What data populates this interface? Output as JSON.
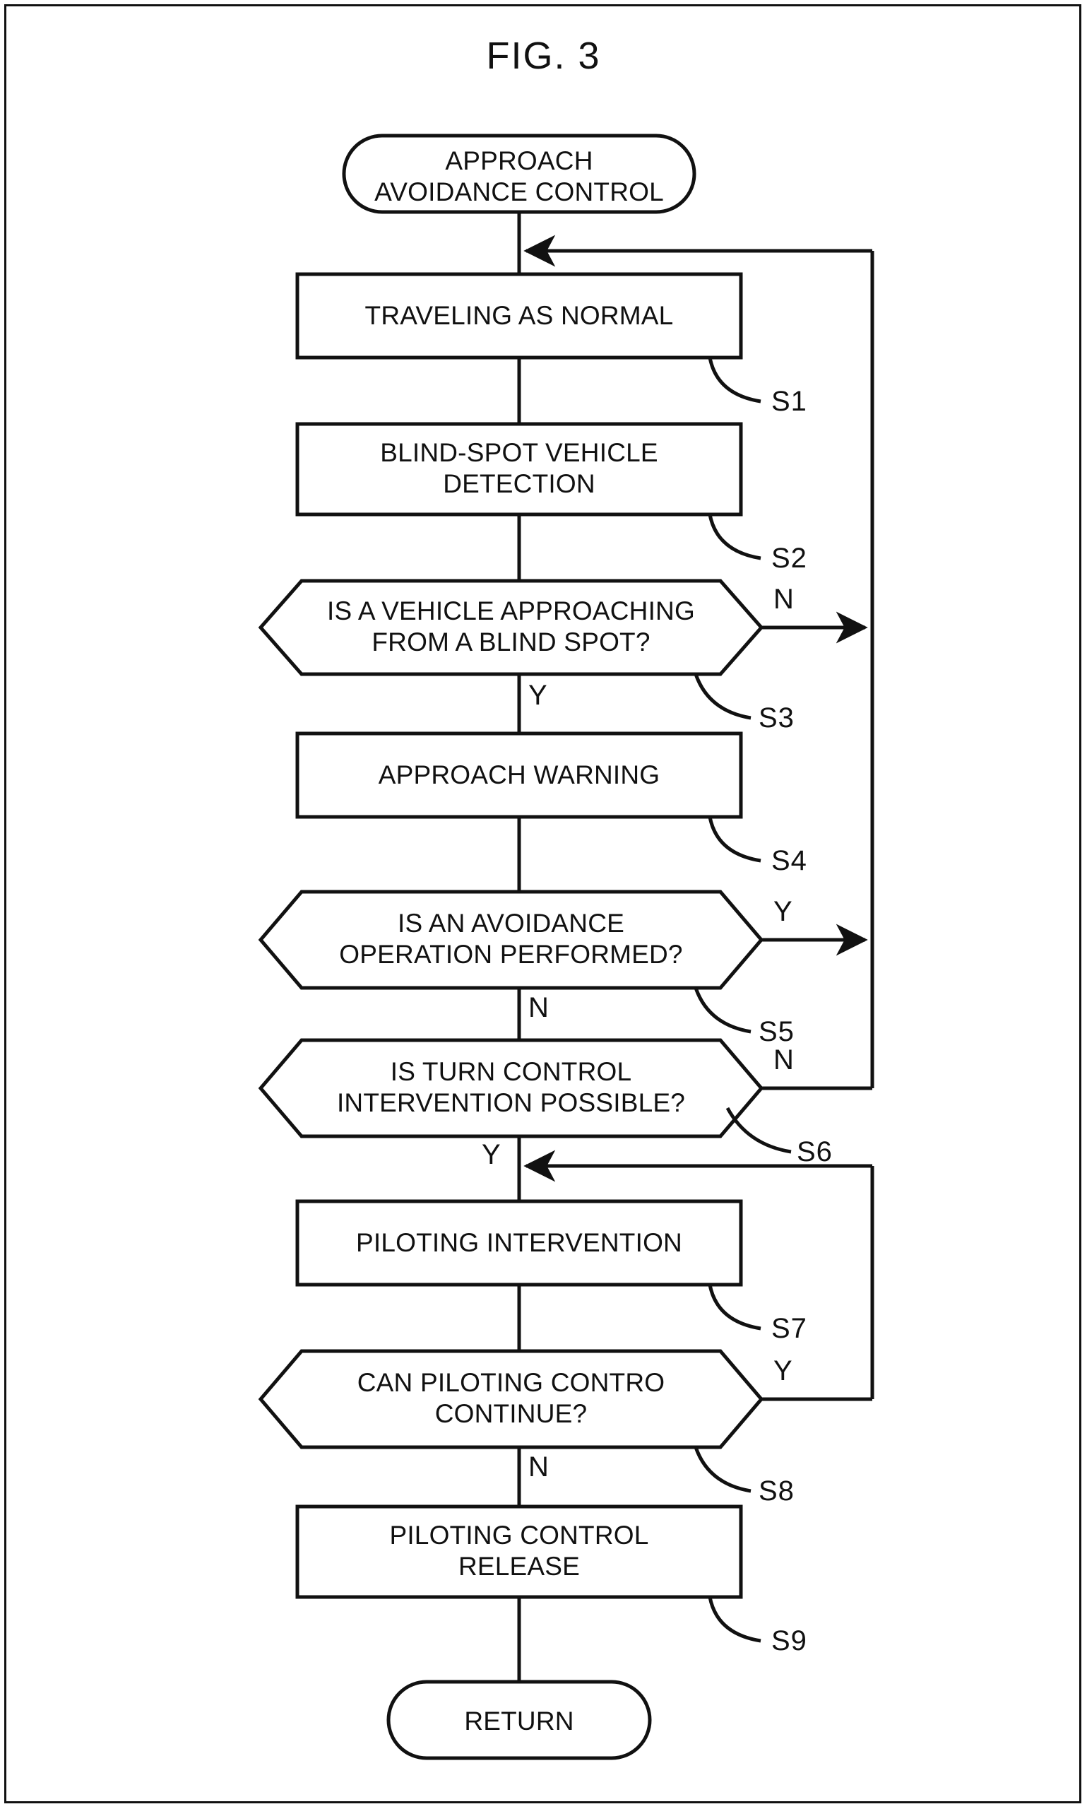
{
  "figure": {
    "title": "FIG. 3",
    "ink_color": "#111111",
    "background_color": "#ffffff"
  },
  "chart_data": {
    "type": "diagram",
    "diagram_kind": "flowchart",
    "title": "FIG. 3",
    "nodes": [
      {
        "id": "start",
        "shape": "terminal",
        "text": "APPROACH\nAVOIDANCE CONTROL"
      },
      {
        "id": "s1",
        "shape": "process",
        "text": "TRAVELING AS NORMAL",
        "step": "S1"
      },
      {
        "id": "s2",
        "shape": "process",
        "text": "BLIND-SPOT VEHICLE\nDETECTION",
        "step": "S2"
      },
      {
        "id": "s3",
        "shape": "decision",
        "text": "IS A VEHICLE APPROACHING\nFROM A BLIND SPOT?",
        "step": "S3",
        "yes": "Y",
        "no": "N"
      },
      {
        "id": "s4",
        "shape": "process",
        "text": "APPROACH WARNING",
        "step": "S4"
      },
      {
        "id": "s5",
        "shape": "decision",
        "text": "IS AN AVOIDANCE\nOPERATION PERFORMED?",
        "step": "S5",
        "yes": "Y",
        "no": "N"
      },
      {
        "id": "s6",
        "shape": "decision",
        "text": "IS TURN CONTROL\nINTERVENTION POSSIBLE?",
        "step": "S6",
        "yes": "Y",
        "no": "N"
      },
      {
        "id": "s7",
        "shape": "process",
        "text": "PILOTING INTERVENTION",
        "step": "S7"
      },
      {
        "id": "s8",
        "shape": "decision",
        "text": "CAN PILOTING CONTRO\nCONTINUE?",
        "step": "S8",
        "yes": "Y",
        "no": "N"
      },
      {
        "id": "s9",
        "shape": "process",
        "text": "PILOTING CONTROL\nRELEASE",
        "step": "S9"
      },
      {
        "id": "return",
        "shape": "terminal",
        "text": "RETURN"
      }
    ],
    "edges": [
      {
        "from": "start",
        "to": "s1",
        "label": ""
      },
      {
        "from": "s1",
        "to": "s2",
        "label": ""
      },
      {
        "from": "s2",
        "to": "s3",
        "label": ""
      },
      {
        "from": "s3",
        "to": "s4",
        "label": "Y"
      },
      {
        "from": "s3",
        "to": "s1",
        "label": "N",
        "route": "right-loop-to-top"
      },
      {
        "from": "s4",
        "to": "s5",
        "label": ""
      },
      {
        "from": "s5",
        "to": "s6",
        "label": "N"
      },
      {
        "from": "s5",
        "to": "s1",
        "label": "Y",
        "route": "right-loop-to-top"
      },
      {
        "from": "s6",
        "to": "s7",
        "label": "Y"
      },
      {
        "from": "s6",
        "to": "s1",
        "label": "N",
        "route": "right-loop-to-top"
      },
      {
        "from": "s7",
        "to": "s8",
        "label": ""
      },
      {
        "from": "s8",
        "to": "s9",
        "label": "N"
      },
      {
        "from": "s8",
        "to": "s7",
        "label": "Y",
        "route": "right-loop-to-s7"
      },
      {
        "from": "s9",
        "to": "return",
        "label": ""
      }
    ],
    "step_labels": [
      "S1",
      "S2",
      "S3",
      "S4",
      "S5",
      "S6",
      "S7",
      "S8",
      "S9"
    ],
    "branch_labels_on_canvas": [
      {
        "text": "N",
        "near": "s3-right"
      },
      {
        "text": "Y",
        "near": "s3-bottom"
      },
      {
        "text": "Y",
        "near": "s5-right"
      },
      {
        "text": "N",
        "near": "s5-bottom"
      },
      {
        "text": "N",
        "near": "s6-right"
      },
      {
        "text": "Y",
        "near": "s6-bottom"
      },
      {
        "text": "Y",
        "near": "s8-right"
      },
      {
        "text": "N",
        "near": "s8-bottom"
      }
    ]
  },
  "nodes": {
    "start": {
      "text": "APPROACH\nAVOIDANCE CONTROL"
    },
    "s1": {
      "text": "TRAVELING AS NORMAL",
      "step": "S1"
    },
    "s2": {
      "text": "BLIND-SPOT VEHICLE\nDETECTION",
      "step": "S2"
    },
    "s3": {
      "text": "IS A VEHICLE APPROACHING\nFROM A BLIND SPOT?",
      "step": "S3",
      "right": "N",
      "bottom": "Y"
    },
    "s4": {
      "text": "APPROACH WARNING",
      "step": "S4"
    },
    "s5": {
      "text": "IS AN AVOIDANCE\nOPERATION PERFORMED?",
      "step": "S5",
      "right": "Y",
      "bottom": "N"
    },
    "s6": {
      "text": "IS TURN CONTROL\nINTERVENTION POSSIBLE?",
      "step": "S6",
      "right": "N",
      "bottom": "Y"
    },
    "s7": {
      "text": "PILOTING INTERVENTION",
      "step": "S7"
    },
    "s8": {
      "text": "CAN PILOTING CONTRO\nCONTINUE?",
      "step": "S8",
      "right": "Y",
      "bottom": "N"
    },
    "s9": {
      "text": "PILOTING CONTROL\nRELEASE",
      "step": "S9"
    },
    "return": {
      "text": "RETURN"
    }
  }
}
